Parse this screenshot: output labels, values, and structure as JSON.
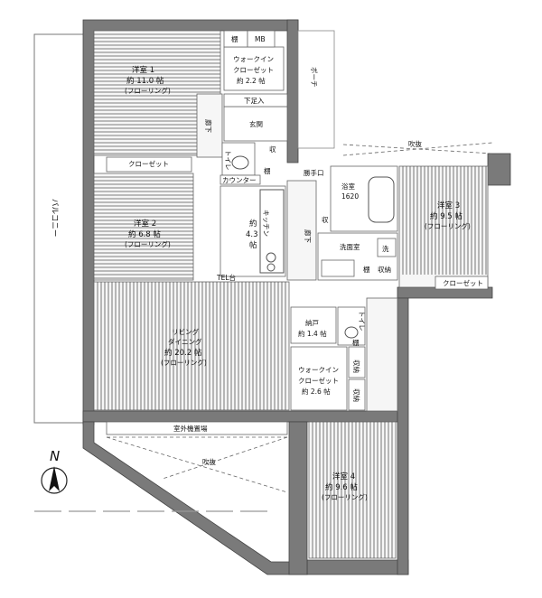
{
  "rooms": {
    "bedroom1": {
      "name": "洋室 1",
      "size": "約 11.0 帖",
      "floor": "(フローリング)"
    },
    "walkin1": {
      "name1": "ウォークイン",
      "name2": "クローゼット",
      "size": "約 2.2 帖"
    },
    "bedroom2": {
      "name": "洋室 2",
      "size": "約 6.8 帖",
      "floor": "(フローリング)"
    },
    "bedroom3": {
      "name": "洋室 3",
      "size": "約 9.5 帖",
      "floor": "(フローリング)"
    },
    "bedroom4": {
      "name": "洋室 4",
      "size": "約 9.6 帖",
      "floor": "(フローリング)"
    },
    "ldk": {
      "name1": "リビング",
      "name2": "ダイニング",
      "size": "約 20.2 帖",
      "floor": "(フローリング)"
    },
    "kitchen": {
      "name": "キッチン",
      "size1": "約",
      "size2": "4.3",
      "size3": "帖"
    },
    "storage": {
      "name": "納戸",
      "size": "約 1.4 帖"
    },
    "walkin2": {
      "name1": "ウォークイン",
      "name2": "クローゼット",
      "size": "約 2.6 帖"
    },
    "bath": {
      "name": "浴室",
      "size": "1620"
    }
  },
  "labels": {
    "balcony": "バルコニー",
    "porch": "ポーチ",
    "shoebox": "下足入",
    "entrance": "玄関",
    "corridor": "廊下",
    "closet": "クローゼット",
    "toilet": "トイレ",
    "shelf": "棚",
    "storage_short": "収",
    "counter": "カウンター",
    "service_door": "勝手口",
    "washroom": "洗面室",
    "wash": "洗",
    "storage_long": "収納",
    "tel": "TEL台",
    "outdoor_unit": "室外機置場",
    "void": "吹抜",
    "mb": "MB",
    "north": "N"
  }
}
